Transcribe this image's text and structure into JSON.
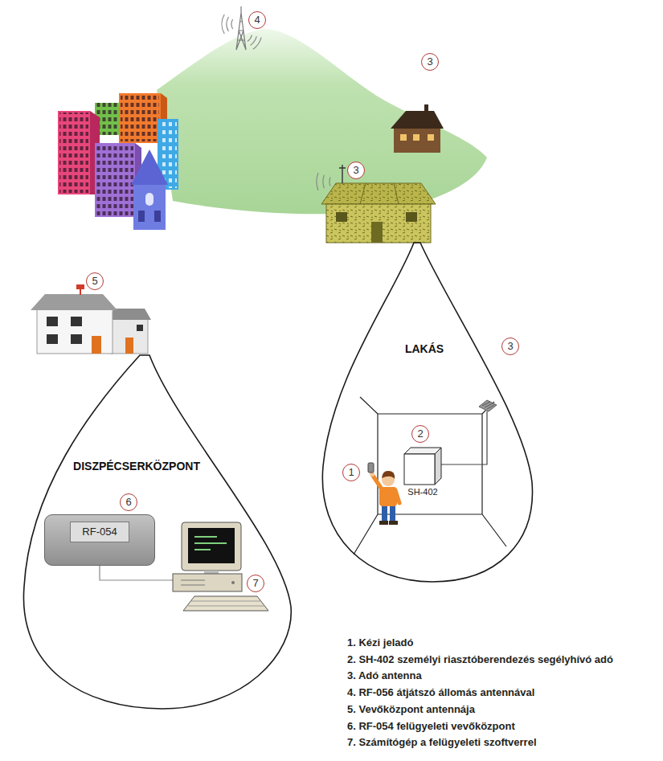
{
  "diagram": {
    "nodes": [
      {
        "text": [
          "4"
        ]
      },
      {
        "text": [
          "3"
        ]
      },
      {
        "text": [
          "3"
        ]
      },
      {
        "text": [
          "5"
        ]
      },
      {
        "text": [
          "LAKÁS"
        ]
      },
      {
        "text": [
          "3"
        ]
      },
      {
        "text": [
          "2"
        ],
        "in": 4
      },
      {
        "text": [
          "SH-402"
        ],
        "in": 4
      },
      {
        "text": [
          "1"
        ],
        "in": 4
      },
      {
        "text": [
          "DISZPÉCSERKÖZPONT"
        ]
      },
      {
        "text": [
          "6"
        ],
        "in": 9
      },
      {
        "text": [
          "RF-054"
        ],
        "in": 9
      },
      {
        "text": [
          "7"
        ],
        "in": 9
      }
    ],
    "labels": [
      "1. Kézi jeladó",
      "2. SH-402 személyi riasztóberendezés segélyhívó adó",
      "3. Adó antenna",
      "4. RF-056 átjátszó állomás antennával",
      "5. Vevőközpont antennája",
      "6. RF-054 felügyeleti vevőközpont",
      "7. Számítógép a felügyeleti szoftverrel"
    ]
  }
}
